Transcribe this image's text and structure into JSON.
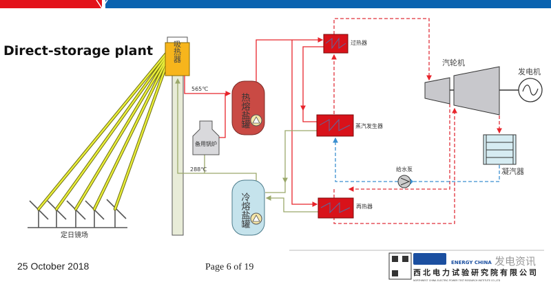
{
  "header": {
    "colors": {
      "red": "#e3121b",
      "blue": "#0a63b0"
    }
  },
  "title": "Direct-storage plant",
  "diagram": {
    "receiver": "吸热器",
    "heliostat_field": "定日镜场",
    "hot_temp": "565℃",
    "cold_temp": "288℃",
    "hot_tank": "热熔盐罐",
    "cold_tank": "冷熔盐罐",
    "backup_boiler": "备用锅炉",
    "superheater": "过热器",
    "steam_generator": "蒸汽发生器",
    "reheater": "再热器",
    "turbine": "汽轮机",
    "generator": "发电机",
    "condenser": "凝汽器",
    "feed_pump": "给水泵",
    "colors": {
      "salt_hot": "#e8242b",
      "salt_cold": "#9aa86a",
      "steam": "#e0303a",
      "water": "#3a8fd0",
      "hot_tank": "#c94a44",
      "cold_tank": "#c5e3ec",
      "receiver": "#f7b51c"
    }
  },
  "footer": {
    "date": "25 October 2018",
    "page": "Page 6 of 19",
    "logo_brand": "ENERGY CHINA",
    "logo_company": "西北电力试验研究院有限公司",
    "logo_company_en": "NORTHWEST CHINA ELECTRIC POWER TEST RESEARCH INSTITUTE CO.,LTD",
    "watermark": "发电资讯"
  }
}
